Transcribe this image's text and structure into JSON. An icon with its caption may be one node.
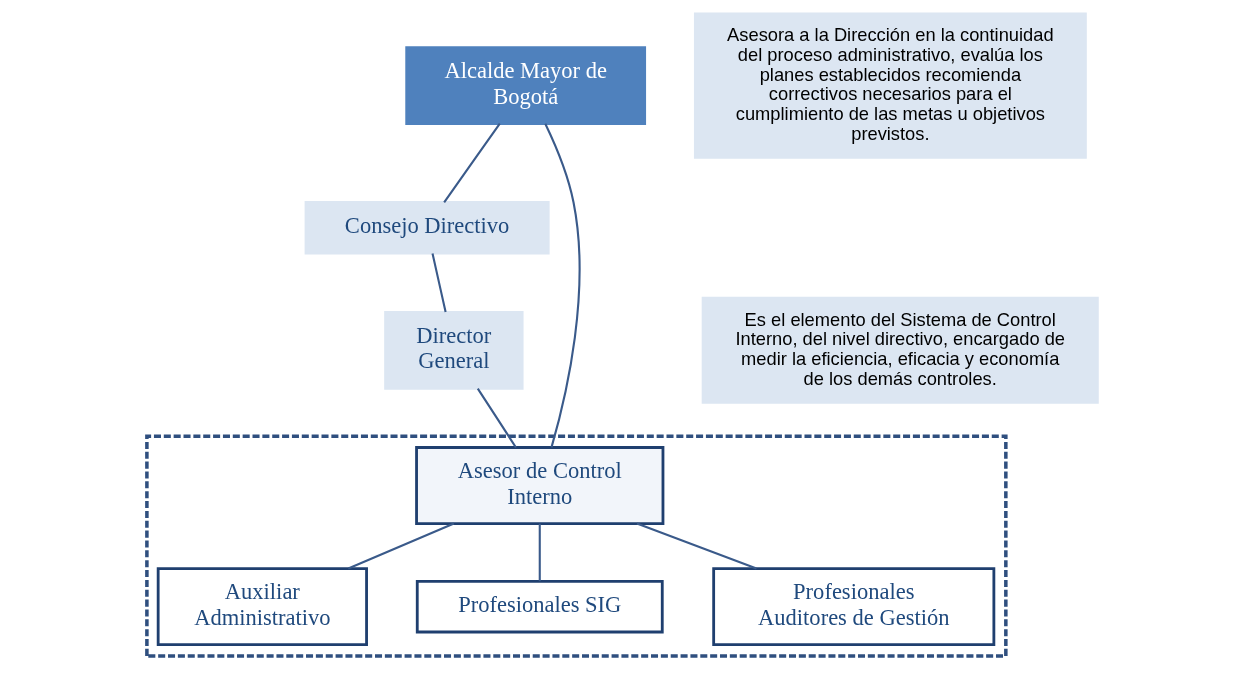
{
  "diagram": {
    "nodes": [
      {
        "text": [
          "Alcalde Mayor de Bogotá"
        ]
      },
      {
        "text": [
          "Consejo Directivo"
        ]
      },
      {
        "text": [
          "Director General"
        ]
      },
      {
        "text": [
          "Es el elemento del Sistema de Control Interno, del nivel directivo, encargado de medir la eficiencia, eficacia y economía de los demás controles."
        ]
      },
      {
        "text": [],
        "shape": "box"
      },
      {
        "text": [
          "Asesor de Control Interno"
        ],
        "in": 4
      },
      {
        "text": [
          "Asesora a la Dirección en la continuidad del proceso administrativo, evalúa los planes establecidos recomienda correctivos necesarios para el cumplimiento de las metas u objetivos previstos."
        ]
      },
      {
        "text": [
          "Auxiliar Administrativo"
        ],
        "in": 4
      },
      {
        "text": [
          "Profesionales SIG"
        ],
        "in": 4
      },
      {
        "text": [
          "Profesionales Auditores de Gestión"
        ],
        "in": 4
      }
    ],
    "edges": [
      {
        "from": 0,
        "to": 1,
        "arrow": "none"
      },
      {
        "from": 1,
        "to": 2,
        "arrow": "none"
      },
      {
        "from": 2,
        "to": 5,
        "arrow": "none"
      },
      {
        "from": 0,
        "to": 5,
        "arrow": "none"
      },
      {
        "from": 5,
        "to": 7,
        "arrow": "none"
      },
      {
        "from": 5,
        "to": 8,
        "arrow": "none"
      },
      {
        "from": 5,
        "to": 9,
        "arrow": "none"
      }
    ]
  }
}
